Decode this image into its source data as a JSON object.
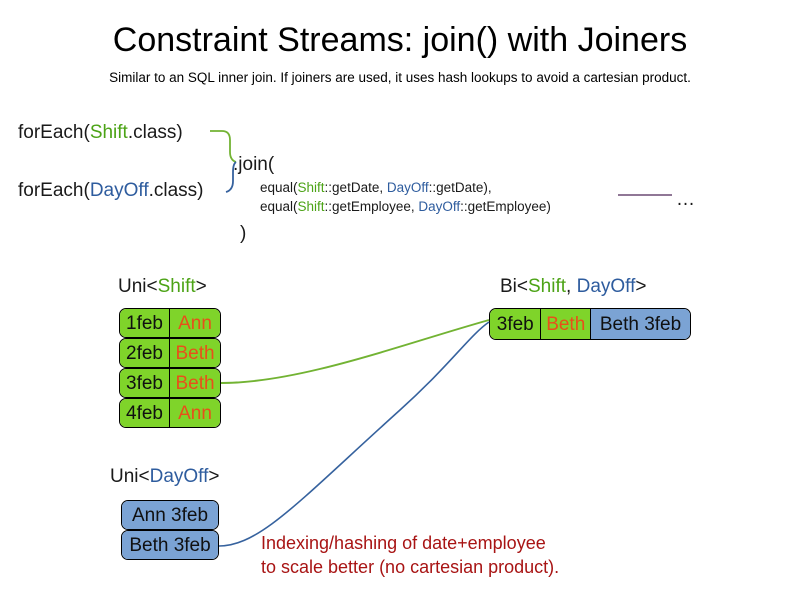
{
  "slide": {
    "title": "Constraint Streams: join() with Joiners",
    "subtitle": "Similar to an SQL inner join. If joiners are used, it uses hash lookups to avoid a cartesian product."
  },
  "code": {
    "foreach_shift": {
      "prefix": "forEach(",
      "type": "Shift",
      "suffix": ".class)"
    },
    "foreach_dayoff": {
      "prefix": "forEach(",
      "type": "DayOff",
      "suffix": ".class)"
    },
    "join_open": ".join(",
    "join_close": ")",
    "joiners": [
      {
        "prefix": "equal(",
        "left_type": "Shift",
        "left_method": "::getDate, ",
        "right_type": "DayOff",
        "right_method": "::getDate),"
      },
      {
        "prefix": "equal(",
        "left_type": "Shift",
        "left_method": "::getEmployee, ",
        "right_type": "DayOff",
        "right_method": "::getEmployee)"
      }
    ],
    "ellipsis": "…"
  },
  "labels": {
    "uni_shift": {
      "prefix": "Uni<",
      "type": "Shift",
      "suffix": ">"
    },
    "uni_dayoff": {
      "prefix": "Uni<",
      "type": "DayOff",
      "suffix": ">"
    },
    "bi": {
      "prefix": "Bi<",
      "type_a": "Shift",
      "separator": ", ",
      "type_b": "DayOff",
      "suffix": ">"
    }
  },
  "streams": {
    "uni_shift_rows": [
      {
        "date": "1feb",
        "employee": "Ann"
      },
      {
        "date": "2feb",
        "employee": "Beth"
      },
      {
        "date": "3feb",
        "employee": "Beth"
      },
      {
        "date": "4feb",
        "employee": "Ann"
      }
    ],
    "uni_dayoff_rows": [
      {
        "value": "Ann 3feb"
      },
      {
        "value": "Beth 3feb"
      }
    ],
    "bi_row": {
      "shift_date": "3feb",
      "shift_employee": "Beth",
      "dayoff": "Beth 3feb"
    }
  },
  "annotation": {
    "note": "Indexing/hashing of date+employee\nto scale better (no cartesian product)."
  },
  "colors": {
    "shift_green": "#4CA316",
    "dayoff_blue": "#2E5C9E",
    "box_green": "#7FD42A",
    "box_blue": "#7BA3D4",
    "employee_orange": "#E8501A",
    "annotation_red": "#A81414",
    "connector_green": "#72B333",
    "connector_blue": "#36629E",
    "rule_purple": "#6B4A73"
  }
}
